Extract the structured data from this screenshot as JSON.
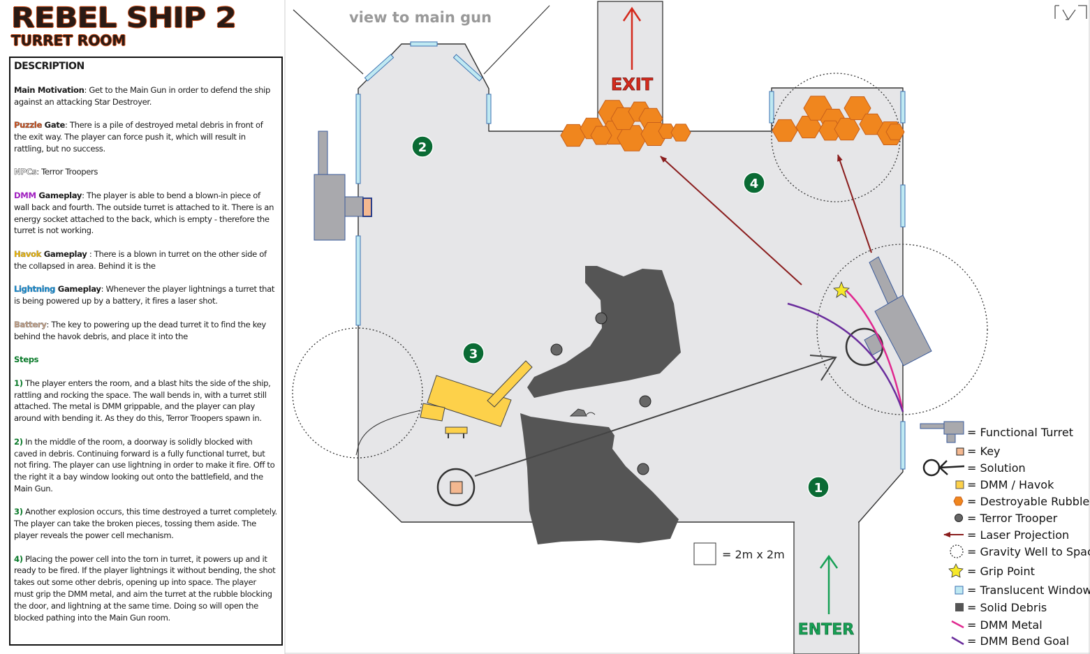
{
  "title": {
    "main": "REBEL SHIP 2",
    "sub": "TURRET ROOM"
  },
  "description": {
    "heading": "DESCRIPTION",
    "main_motivation": {
      "label": "Main Motivation",
      "text": ": Get to the Main Gun in order to defend the ship against an attacking Star Destroyer."
    },
    "puzzle_gate": {
      "label1": "Puzzle",
      "label2": " Gate",
      "text": ": There is a pile of destroyed metal debris in front of the exit way. The player can force push it, which will result in rattling, but no success."
    },
    "npcs": {
      "label": "NPCs",
      "text": ": Terror Troopers"
    },
    "dmm_gameplay": {
      "label1": "DMM",
      "label2": " Gameplay",
      "text": ": The player is able to bend a blown-in piece of wall back and fourth. The outside turret is attached to it. There is an energy  socket attached to the back, which is empty - therefore the turret is not working."
    },
    "havok_gameplay": {
      "label1": "Havok",
      "label2": " Gameplay",
      "text": " : There is a blown in turret on the other side of the collapsed in area. Behind it is the"
    },
    "lightning_gameplay": {
      "label1": "Lightning",
      "label2": " Gameplay",
      "text": ":  Whenever the player lightnings a turret that is being powered up by a battery, it fires a laser shot."
    },
    "battery": {
      "label": "Battery",
      "text": ": The key to powering up the dead turret it to find the key behind the havok debris, and place it into the"
    },
    "steps_label": "Steps",
    "steps": [
      {
        "num": "1)",
        "text": " The player enters the room, and a blast hits the side of the ship, rattling and rocking the space. The wall bends in, with a turret still attached. The metal is DMM grippable, and the player can play around with bending it. As they do this, Terror Troopers spawn in."
      },
      {
        "num": "2)",
        "text": " In the middle of the room, a doorway is solidly blocked with caved in debris. Continuing forward is a fully functional turret, but not firing. The player can use lightning in order to make it fire. Off to the right it a bay window looking out onto the battlefield, and the Main Gun."
      },
      {
        "num": "3)",
        "text": " Another explosion occurs, this time destroyed a turret completely. The player can take the broken pieces, tossing them aside. The player reveals the power cell mechanism."
      },
      {
        "num": "4)",
        "text": " Placing the power cell into the torn in turret, it powers up and it ready to be fired. If the player lightnings it without bending, the shot takes out some other debris, opening up into space. The player must grip the DMM metal, and aim the turret at the rubble blocking the door, and lightning at the same time. Doing so will open the blocked pathing into the Main Gun room."
      }
    ]
  },
  "map": {
    "view_label": "view to main gun",
    "exit_label": "EXIT",
    "enter_label": "ENTER",
    "markers": [
      "1",
      "2",
      "3",
      "4"
    ],
    "scale_label": "= 2m x 2m"
  },
  "legend": [
    {
      "icon": "functional-turret",
      "label": "= Functional Turret"
    },
    {
      "icon": "key",
      "label": "= Key"
    },
    {
      "icon": "solution",
      "label": "= Solution"
    },
    {
      "icon": "dmm-havok",
      "label": "= DMM / Havok"
    },
    {
      "icon": "destroyable-rubble",
      "label": "= Destroyable Rubble"
    },
    {
      "icon": "terror-trooper",
      "label": "= Terror Trooper"
    },
    {
      "icon": "laser-projection",
      "label": "= Laser Projection"
    },
    {
      "icon": "gravity-well",
      "label": "= Gravity Well to Space"
    },
    {
      "icon": "grip-point",
      "label": "= Grip Point"
    },
    {
      "icon": "translucent-window",
      "label": "= Translucent Window"
    },
    {
      "icon": "solid-debris",
      "label": "= Solid Debris"
    },
    {
      "icon": "dmm-metal",
      "label": "= DMM Metal"
    },
    {
      "icon": "dmm-bend-goal",
      "label": "= DMM Bend Goal"
    }
  ],
  "colors": {
    "floor": "#e6e6e8",
    "wall": "#333333",
    "window": "#bfe9f2",
    "rubble": "#f0861e",
    "debris": "#555555",
    "dmm_havok": "#fdd14a",
    "turret": "#a9a9ad",
    "marker": "#0a6b34",
    "exit": "#d42a1d",
    "enter": "#17a055",
    "laser": "#8a1d1d",
    "dmm_metal": "#e0288f",
    "dmm_bend": "#6a2d9c"
  }
}
